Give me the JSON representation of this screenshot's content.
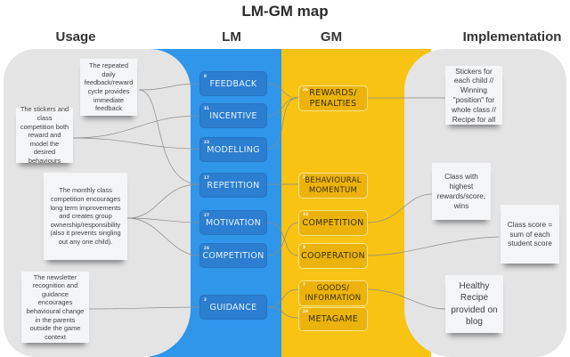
{
  "title": "LM-GM map",
  "columns": {
    "usage": "Usage",
    "lm": "LM",
    "gm": "GM",
    "implementation": "Implementation"
  },
  "colors": {
    "lm_band": "#2f96ea",
    "gm_band": "#f8c313",
    "panel": "#e4e4e4",
    "lm_box": "#2b7ed0",
    "gm_box": "#ebb30c"
  },
  "usage_notes": [
    {
      "id": "u1",
      "text": "The repeated daily feedback/reward cycle provides immediate feedback"
    },
    {
      "id": "u2",
      "text": "The stickers and class competition both reward and model the desired behaviours"
    },
    {
      "id": "u3",
      "text": "The monthly class competition encourages long term improvements and creates group ownership/responsibility (also it prevents singling out any one child)."
    },
    {
      "id": "u4",
      "text": "The newsletter recognition and guidance encourages behavioural change in the parents outside the game context"
    }
  ],
  "lm_items": [
    {
      "id": "lm1",
      "badge": "8",
      "label": "FEEDBACK"
    },
    {
      "id": "lm2",
      "badge": "31",
      "label": "INCENTIVE"
    },
    {
      "id": "lm3",
      "badge": "23",
      "label": "MODELLING"
    },
    {
      "id": "lm4",
      "badge": "17",
      "label": "REPETITION"
    },
    {
      "id": "lm5",
      "badge": "27",
      "label": "MOTIVATION"
    },
    {
      "id": "lm6",
      "badge": "26",
      "label": "COMPETITION"
    },
    {
      "id": "lm7",
      "badge": "3",
      "label": "GUIDANCE"
    }
  ],
  "gm_items": [
    {
      "id": "gm1",
      "badge": "36",
      "label": "REWARDS/ PENALTIES"
    },
    {
      "id": "gm2",
      "badge": "2",
      "label": "BEHAVIOURAL MOMENTUM"
    },
    {
      "id": "gm3",
      "badge": "33",
      "label": "COMPETITION"
    },
    {
      "id": "gm4",
      "badge": "3",
      "label": "COOPERATION"
    },
    {
      "id": "gm5",
      "badge": "7",
      "label": "GOODS/ INFORMATION"
    },
    {
      "id": "gm6",
      "badge": "26",
      "label": "METAGAME"
    }
  ],
  "implementation_notes": [
    {
      "id": "i1",
      "text": "Stickers for each child // Winning \"position\" for whole class // Recipe for all"
    },
    {
      "id": "i2",
      "text": "Class with highest rewards/score, wins"
    },
    {
      "id": "i3",
      "text": "Class score = sum of each student score"
    },
    {
      "id": "i4",
      "text": "Healthy Recipe provided on blog"
    }
  ]
}
